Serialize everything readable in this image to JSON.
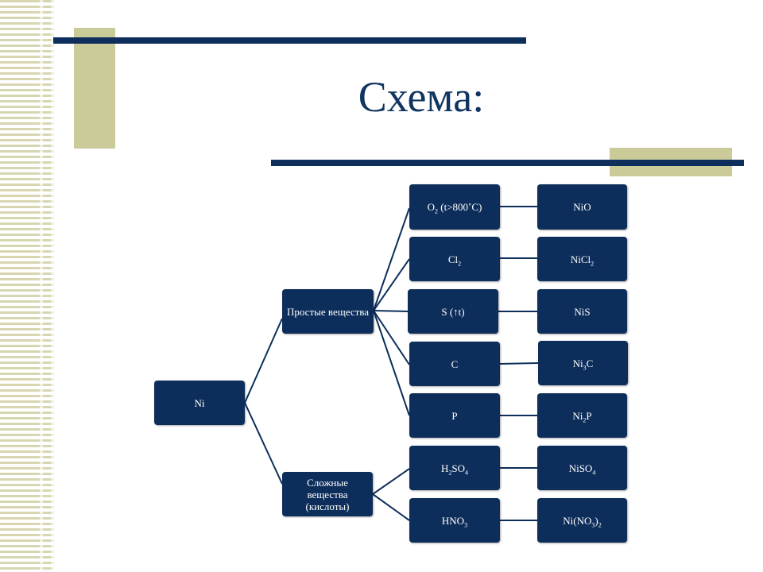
{
  "slide": {
    "title": "Схема:"
  },
  "diagram": {
    "root": {
      "label": "Ni"
    },
    "categories": {
      "simple": {
        "label": "Простые вещества"
      },
      "complex": {
        "label": "Сложные вещества (кислоты)"
      }
    },
    "reactions": [
      {
        "reagent": "O<sub>2</sub> (t&gt;800˚C)",
        "product": "NiO"
      },
      {
        "reagent": "Cl<sub>2</sub>",
        "product": "NiCl<sub>2</sub>"
      },
      {
        "reagent": "S (↑t)",
        "product": "NiS"
      },
      {
        "reagent": "C",
        "product": "Ni<sub>3</sub>C"
      },
      {
        "reagent": "P",
        "product": "Ni<sub>2</sub>P"
      },
      {
        "reagent": "H<sub>2</sub>SO<sub>4</sub>",
        "product": "NiSO<sub>4</sub>"
      },
      {
        "reagent": "HNO<sub>3</sub>",
        "product": "Ni(NO<sub>3</sub>)<sub>2</sub>"
      }
    ]
  }
}
